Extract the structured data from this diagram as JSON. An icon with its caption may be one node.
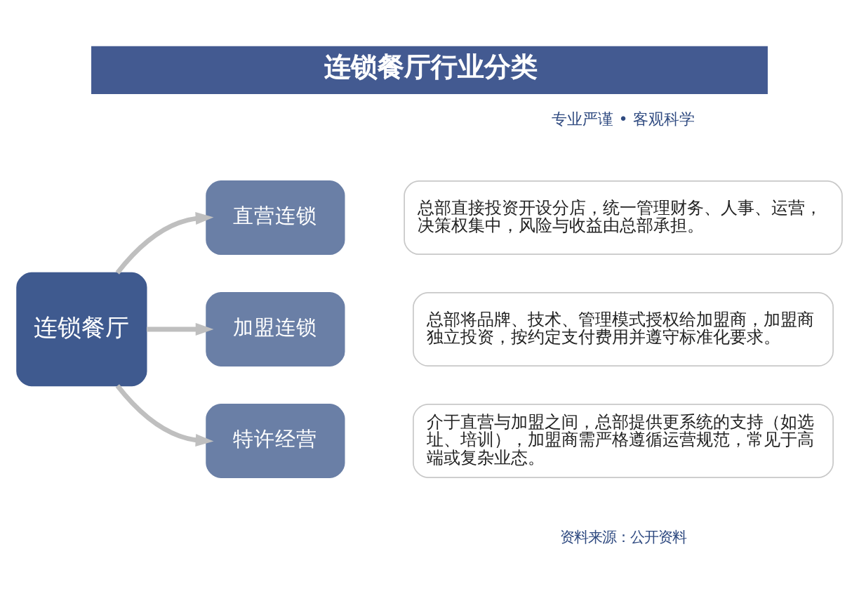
{
  "diagram": {
    "title": "连锁餐厅行业分类",
    "nodes": [
      {
        "text": [
          "连锁餐厅"
        ]
      },
      {
        "text": [
          "直营连锁"
        ]
      },
      {
        "text": [
          "总部直接投资开设分店，统一管理财务、人事、运营，决策权集中，风险与收益由总部承担。"
        ]
      },
      {
        "text": [
          "加盟连锁"
        ]
      },
      {
        "text": [
          "总部将品牌、技术、管理模式授权给加盟商，加盟商独立投资，按约定支付费用并遵守标准化要求。"
        ]
      },
      {
        "text": [
          "特许经营"
        ]
      },
      {
        "text": [
          "介于直营与加盟之间，总部提供更系统的支持（如选址、培训），加盟商需严格遵循运营规范，常见于高端或复杂业态。"
        ]
      }
    ],
    "edges": [
      {
        "from": 0,
        "to": 1,
        "arrow": "to"
      },
      {
        "from": 0,
        "to": 3,
        "arrow": "to"
      },
      {
        "from": 0,
        "to": 5,
        "arrow": "to"
      }
    ],
    "labels": [
      "专业严谨 • 客观科学",
      "资料来源：公开资料"
    ]
  }
}
